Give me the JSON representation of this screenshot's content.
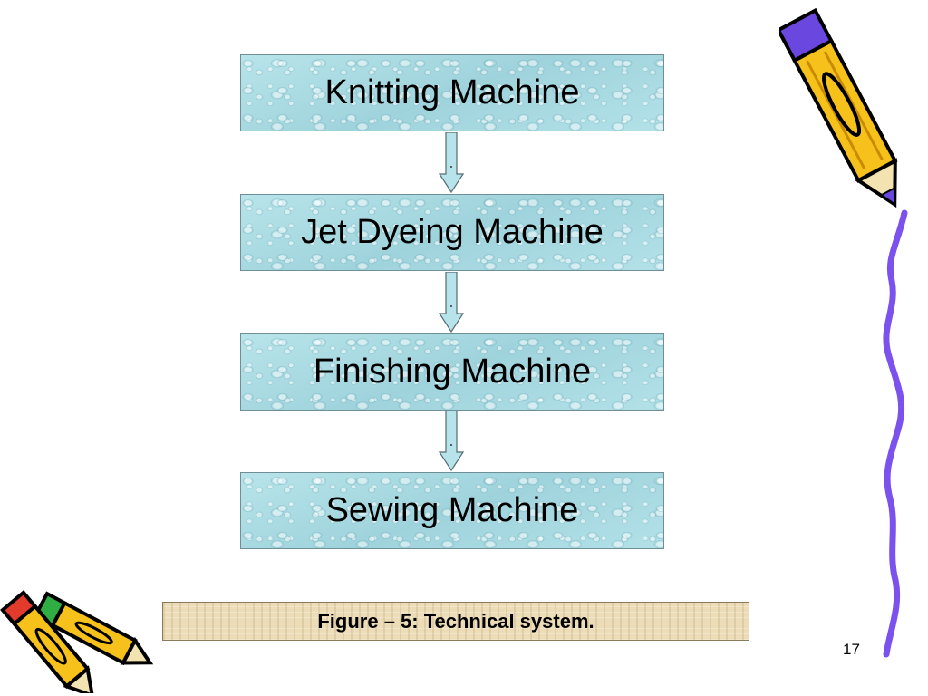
{
  "steps": [
    {
      "label": "Knitting Machine"
    },
    {
      "label": "Jet Dyeing Machine"
    },
    {
      "label": "Finishing Machine"
    },
    {
      "label": "Sewing Machine"
    }
  ],
  "caption": "Figure – 5: Technical system.",
  "page_number": "17",
  "colors": {
    "box_fill": "#a9dce4",
    "arrow_fill": "#b7e3ea",
    "caption_fill": "#ecdcb8",
    "squiggle": "#7b52ee",
    "pencil_body": "#f5c11a"
  },
  "icons": [
    "pencil-icon",
    "squiggle-line"
  ]
}
